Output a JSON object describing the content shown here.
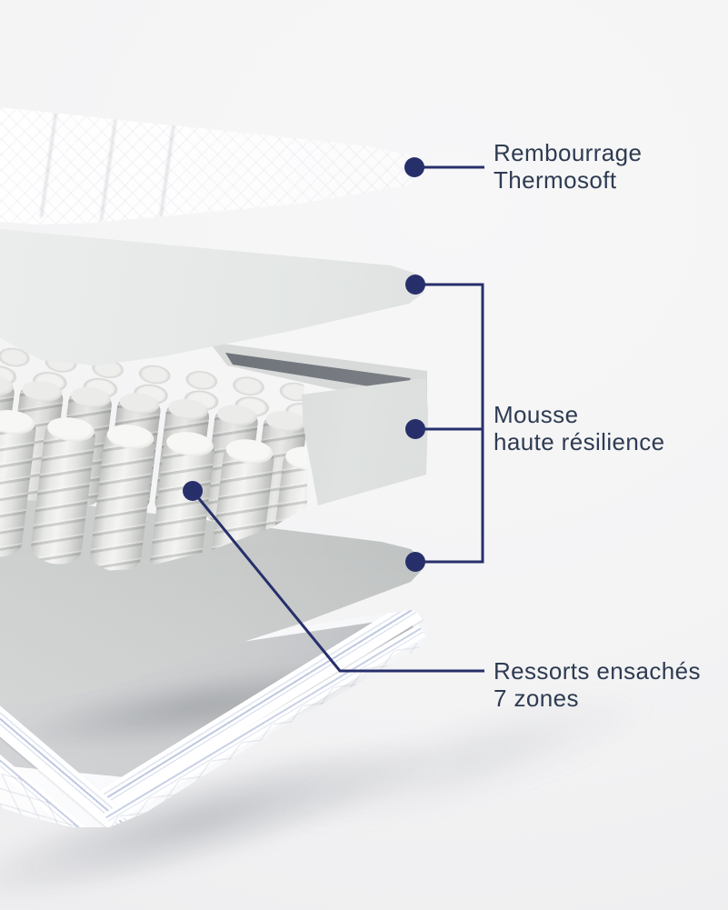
{
  "diagram": {
    "subject": "mattress-exploded-view",
    "background_color": "#F4F4F5",
    "accent_color": "#272F6B",
    "label_text_color": "#2E3B51",
    "callouts": {
      "topper": {
        "line1": "Rembourrage",
        "line2": "Thermosoft"
      },
      "foam": {
        "line1": "Mousse",
        "line2": "haute résilience"
      },
      "springs": {
        "line1": "Ressorts ensachés",
        "line2": "7 zones"
      }
    }
  }
}
